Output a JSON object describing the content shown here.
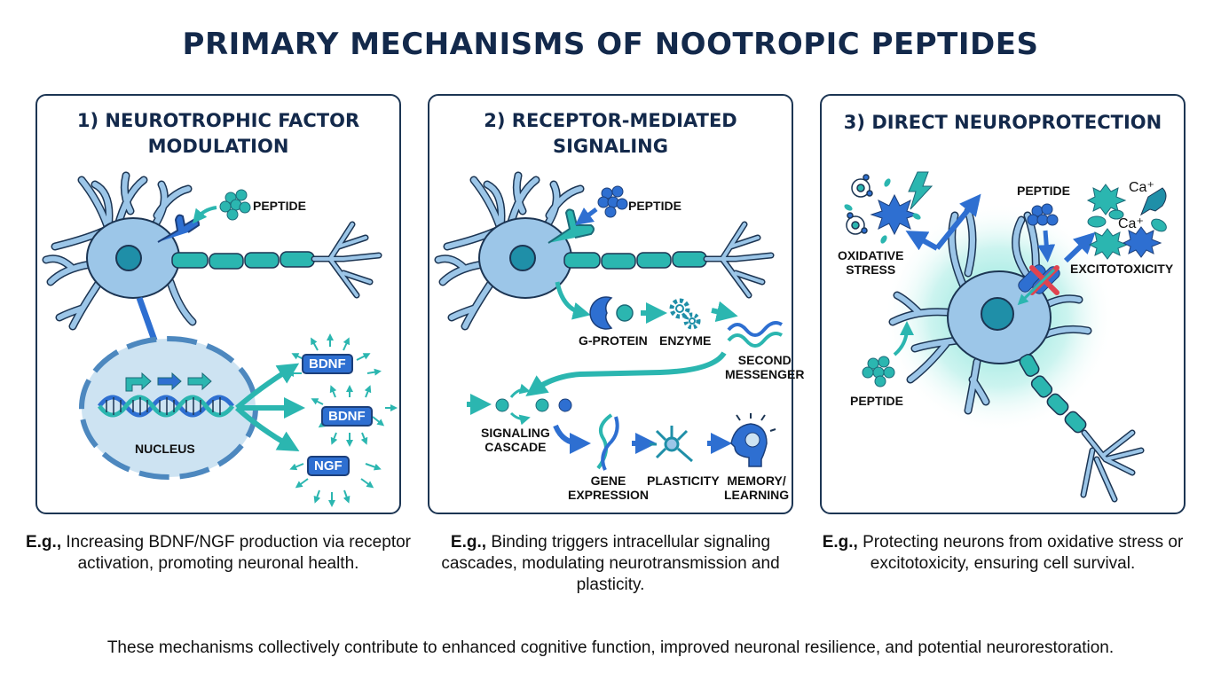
{
  "title": "PRIMARY MECHANISMS OF NOOTROPIC PEPTIDES",
  "colors": {
    "title": "#13294b",
    "neuron_fill": "#9cc6e8",
    "axon_teal": "#2bb6b0",
    "receptor_blue": "#2e6fd1",
    "glow": "#4fd6c8",
    "block_red": "#e0434f"
  },
  "panels": [
    {
      "title_line1": "1) NEUROTROPHIC FACTOR",
      "title_line2": "MODULATION",
      "labels": {
        "peptide": "PEPTIDE",
        "nucleus": "NUCLEUS",
        "factor1": "BDNF",
        "factor2": "BDNF",
        "factor3": "NGF"
      },
      "icons": [
        "neuron-icon",
        "peptide-cluster-icon",
        "receptor-icon",
        "nucleus-icon",
        "dna-icon",
        "arrow-icon"
      ],
      "caption_prefix": "E.g.,",
      "caption_text": " Increasing BDNF/NGF production via receptor activation, promoting neuronal health."
    },
    {
      "title_line1": "2) RECEPTOR-MEDIATED",
      "title_line2": "SIGNALING",
      "labels": {
        "peptide": "PEPTIDE",
        "gprotein": "G-PROTEIN",
        "enzyme": "ENZYME",
        "second_messenger_1": "SECOND",
        "second_messenger_2": "MESSENGER",
        "cascade_1": "SIGNALING",
        "cascade_2": "CASCADE",
        "gene_1": "GENE",
        "gene_2": "EXPRESSION",
        "plasticity": "PLASTICITY",
        "memory_1": "MEMORY/",
        "memory_2": "LEARNING"
      },
      "icons": [
        "neuron-icon",
        "peptide-cluster-icon",
        "receptor-icon",
        "g-protein-icon",
        "gear-icon",
        "wave-icon",
        "dna-icon",
        "neuron-small-icon",
        "brain-head-icon"
      ],
      "caption_prefix": "E.g.,",
      "caption_text": " Binding triggers intracellular signaling cascades, modulating neurotransmission and plasticity."
    },
    {
      "title_line1": "3) DIRECT NEUROPROTECTION",
      "title_line2": "",
      "labels": {
        "oxidative_1": "OXIDATIVE",
        "oxidative_2": "STRESS",
        "peptide_top": "PEPTIDE",
        "excitotoxicity": "EXCITOTOXICITY",
        "ca1": "Ca⁺",
        "ca2": "Ca⁺",
        "peptide_bottom": "PEPTIDE"
      },
      "icons": [
        "neuron-icon",
        "radical-icon",
        "lightning-icon",
        "starburst-icon",
        "peptide-cluster-icon",
        "channel-block-icon",
        "shield-glow-icon"
      ],
      "caption_prefix": "E.g.,",
      "caption_text": " Protecting neurons from oxidative stress or excitotoxicity, ensuring cell survival."
    }
  ],
  "footer": "These mechanisms collectively contribute to enhanced cognitive function, improved neuronal resilience, and potential neurorestoration."
}
